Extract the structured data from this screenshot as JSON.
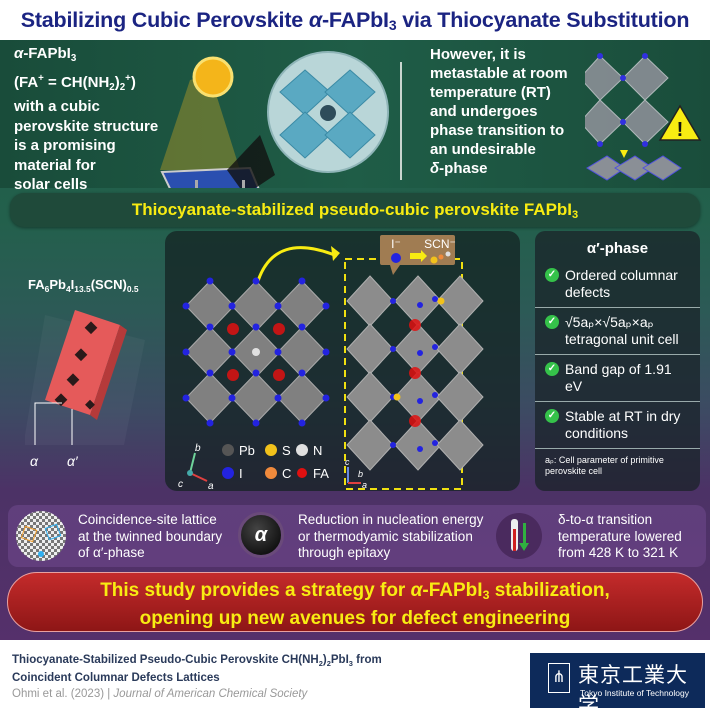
{
  "title": {
    "pre": "Stabilizing Cubic Perovskite ",
    "alpha": "α",
    "mid": "-FAPbI",
    "sub": "3",
    "post": " via Thiocyanate Substitution"
  },
  "intro": {
    "l1a": "α",
    "l1b": "-FAPbI",
    "l1sub": "3",
    "l2a": "(FA",
    "l2sup": "+",
    "l2b": " = CH(NH",
    "l2sub1": "2",
    "l2c": ")",
    "l2sub2": "2",
    "l2sup2": "+",
    "l2d": ")",
    "rest": [
      "with a cubic",
      "perovskite structure",
      "is a promising",
      "material for",
      "solar cells"
    ]
  },
  "problem": {
    "lines": [
      "However, it is",
      "metastable at room",
      "temperature (RT)",
      "and undergoes",
      "phase transition to",
      "an undesirable"
    ],
    "last_a": "δ",
    "last_b": "-phase"
  },
  "banner": {
    "text": "Thiocyanate-stabilized pseudo-cubic perovskite FAPbI",
    "sub": "3"
  },
  "formula": {
    "a": "FA",
    "s1": "6",
    "b": "Pb",
    "s2": "4",
    "c": "I",
    "s3": "13.5",
    "d": "(SCN)",
    "s4": "0.5"
  },
  "block_labels": {
    "a": "α",
    "a_prime": "α′"
  },
  "substitution": {
    "from": "I⁻",
    "to": "SCN⁻"
  },
  "legend": {
    "pb": "Pb",
    "s": "S",
    "n": "N",
    "i": "I",
    "c": "C",
    "fa": "FA"
  },
  "axes": {
    "a": "a",
    "b": "b",
    "c": "c"
  },
  "colors": {
    "pb": "#555555",
    "s": "#f2c21b",
    "n": "#e0e0e0",
    "i": "#2323e0",
    "c": "#f08a3c",
    "fa": "#e01010"
  },
  "side": {
    "heading": "α′-phase",
    "items": [
      "Ordered columnar defects",
      "√5aₚ×√5aₚ×aₚ tetragonal unit cell",
      "Band gap of 1.91 eV",
      "Stable at RT in dry conditions"
    ],
    "note": "aₚ: Cell parameter of primitive perovskite cell"
  },
  "row": {
    "item1": "Coincidence-site lattice at the twinned boundary of α′-phase",
    "badge": "α",
    "item2": "Reduction in nucleation energy or thermodyamic stabilization through epitaxy",
    "item3": "δ-to-α transition temperature lowered from 428 K to 321 K"
  },
  "conclusion": {
    "l1a": "This study provides a strategy for ",
    "l1b": "α",
    "l1c": "-FAPbI",
    "l1sub": "3",
    "l1d": " stabilization,",
    "l2": "opening up new avenues for defect engineering"
  },
  "citation": {
    "t1": "Thiocyanate-Stabilized Pseudo-Cubic Perovskite CH(NH",
    "s1": "2",
    "t2": ")",
    "s2": "2",
    "t3": "PbI",
    "s3": "3",
    "t4": " from",
    "line2": "Coincident Columnar Defects Lattices",
    "authors": "Ohmi et al. (2023) | ",
    "journal": "Journal of American Chemical Society"
  },
  "logo": {
    "jp": "東京工業大学",
    "en": "Tokyo Institute of Technology"
  }
}
